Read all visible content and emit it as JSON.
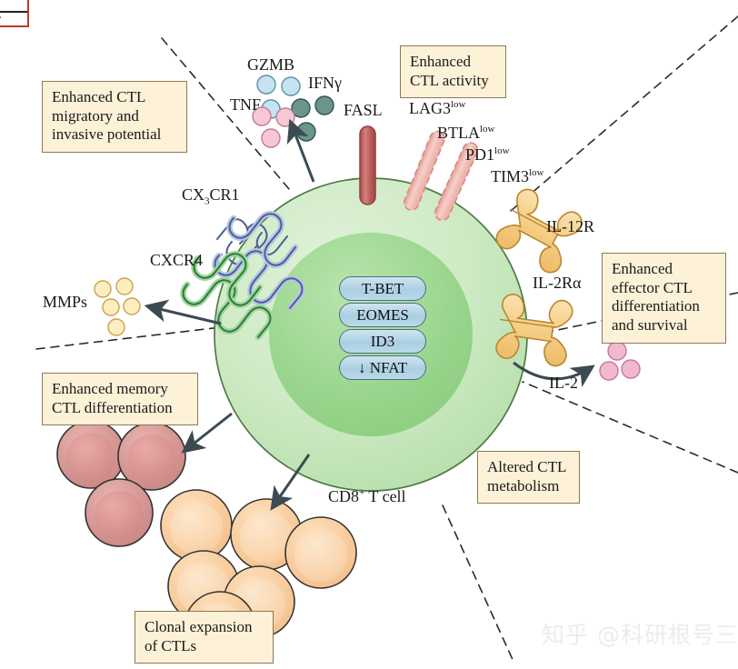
{
  "figure": {
    "cell_label": "CD8+ T cell",
    "cell_label_sup": "+"
  },
  "callouts": [
    {
      "id": "migratory",
      "text": "Enhanced CTL\nmigratory and\ninvasive potential"
    },
    {
      "id": "activity",
      "text": "Enhanced\nCTL activity"
    },
    {
      "id": "effector",
      "text": "Enhanced\neffector CTL\ndifferentiation\nand survival"
    },
    {
      "id": "memory",
      "text": "Enhanced memory\nCTL differentiation"
    },
    {
      "id": "metabolism",
      "text": "Altered CTL\nmetabolism"
    },
    {
      "id": "clonal",
      "text": "Clonal expansion\nof CTLs"
    }
  ],
  "secreted": [
    {
      "id": "gzmb",
      "label": "GZMB",
      "color": "#bcdcea"
    },
    {
      "id": "ifng",
      "label": "IFNγ",
      "color": "#5d8b84"
    },
    {
      "id": "tnf",
      "label": "TNF",
      "color": "#f5c3d0"
    },
    {
      "id": "mmps",
      "label": "MMPs",
      "color": "#fae5b4"
    },
    {
      "id": "il2",
      "label": "IL-2",
      "color": "#ecaec4"
    }
  ],
  "surface_molecules": [
    {
      "id": "fasl",
      "label": "FASL",
      "type": "rod",
      "color": "#c0635f"
    },
    {
      "id": "lag3",
      "label": "LAG3",
      "sup": "low",
      "type": "rod-faded",
      "color": "#f0b3ad"
    },
    {
      "id": "btla",
      "label": "BTLA",
      "sup": "low",
      "type": "rod-faded",
      "color": "#f0b3ad"
    },
    {
      "id": "pd1",
      "label": "PD1",
      "sup": "low",
      "type": "rod-faded",
      "color": "#f0b3ad"
    },
    {
      "id": "tim3",
      "label": "TIM3",
      "sup": "low",
      "type": "rod-faded",
      "color": "#f0b3ad"
    },
    {
      "id": "cx3cr1",
      "label": "CX3CR1",
      "sub": "3",
      "type": "serpentine",
      "color": "#9fb2d8"
    },
    {
      "id": "cxcr4",
      "label": "CXCR4",
      "type": "serpentine",
      "color": "#74bd79"
    },
    {
      "id": "il12r",
      "label": "IL-12R",
      "type": "cytokine-receptor",
      "color": "#f7d08a"
    },
    {
      "id": "il2ra",
      "label": "IL-2Rα",
      "type": "cytokine-receptor",
      "color": "#f7d08a"
    }
  ],
  "nucleus_factors": [
    {
      "id": "tbet",
      "label": "T-BET"
    },
    {
      "id": "eomes",
      "label": "EOMES"
    },
    {
      "id": "id3",
      "label": "ID3"
    },
    {
      "id": "nfat",
      "label": "↓ NFAT"
    }
  ],
  "cell_populations": [
    {
      "id": "memory-ctls",
      "count": 3,
      "color": "#d99e9c"
    },
    {
      "id": "clonal-ctls",
      "count": 6,
      "color": "#f6c896"
    }
  ],
  "colors": {
    "cell_membrane": "#b9e0b0",
    "cell_cytoplasm": "#cdeac3",
    "nucleus": "#9fd894",
    "callout_bg": "#fdf1d8",
    "callout_border": "#8a7a55",
    "arrow": "#3c4a52",
    "dashed": "#2b2b2b"
  },
  "watermark": {
    "text": "知乎 @科研根号三"
  }
}
